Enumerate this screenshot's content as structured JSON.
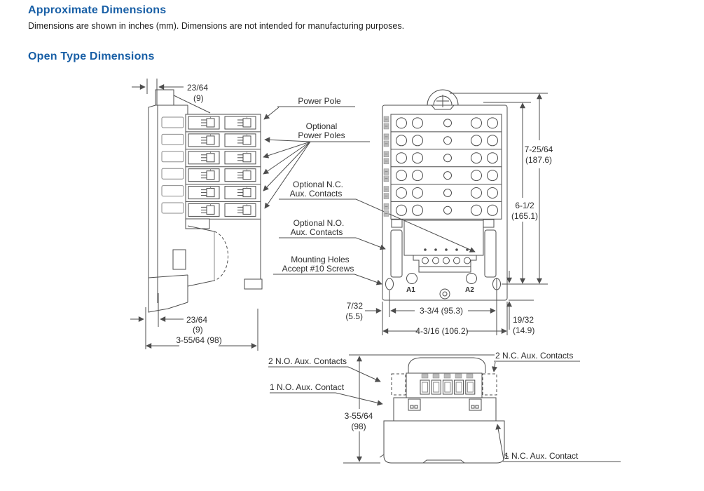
{
  "page": {
    "title": "Approximate Dimensions",
    "subtitle": "Dimensions are shown in inches (mm). Dimensions are not intended for manufacturing purposes.",
    "section_title": "Open Type Dimensions",
    "accent_color": "#185fa6",
    "line_color": "#4d4d4d"
  },
  "side_view": {
    "dim_top_fraction": "23/64",
    "dim_top_mm": "(9)",
    "dim_bottom_fraction": "23/64",
    "dim_bottom_mm": "(9)",
    "dim_depth": "3-55/64 (98)"
  },
  "callouts": {
    "power_pole": "Power Pole",
    "optional_power_poles_line1": "Optional",
    "optional_power_poles_line2": "Power Poles",
    "optional_nc_line1": "Optional N.C.",
    "optional_nc_line2": "Aux. Contacts",
    "optional_no_line1": "Optional N.O.",
    "optional_no_line2": "Aux. Contacts",
    "mounting_line1": "Mounting Holes",
    "mounting_line2": "Accept #10 Screws"
  },
  "front_view": {
    "dim_height_overall_fraction": "7-25/64",
    "dim_height_overall_mm": "(187.6)",
    "dim_height_mounting_fraction": "6-1/2",
    "dim_height_mounting_mm": "(165.1)",
    "dim_offset_fraction": "7/32",
    "dim_offset_mm": "(5.5)",
    "dim_hole_spacing": "3-3/4 (95.3)",
    "dim_width_overall": "4-3/16 (106.2)",
    "dim_bottom_fraction": "19/32",
    "dim_bottom_mm": "(14.9)",
    "terminal_a1": "A1",
    "terminal_a2": "A2"
  },
  "bottom_view": {
    "label_2no": "2 N.O. Aux. Contacts",
    "label_1no": "1 N.O. Aux. Contact",
    "label_2nc": "2 N.C. Aux. Contacts",
    "label_1nc": "1 N.C. Aux. Contact",
    "dim_height_fraction": "3-55/64",
    "dim_height_mm": "(98)"
  }
}
